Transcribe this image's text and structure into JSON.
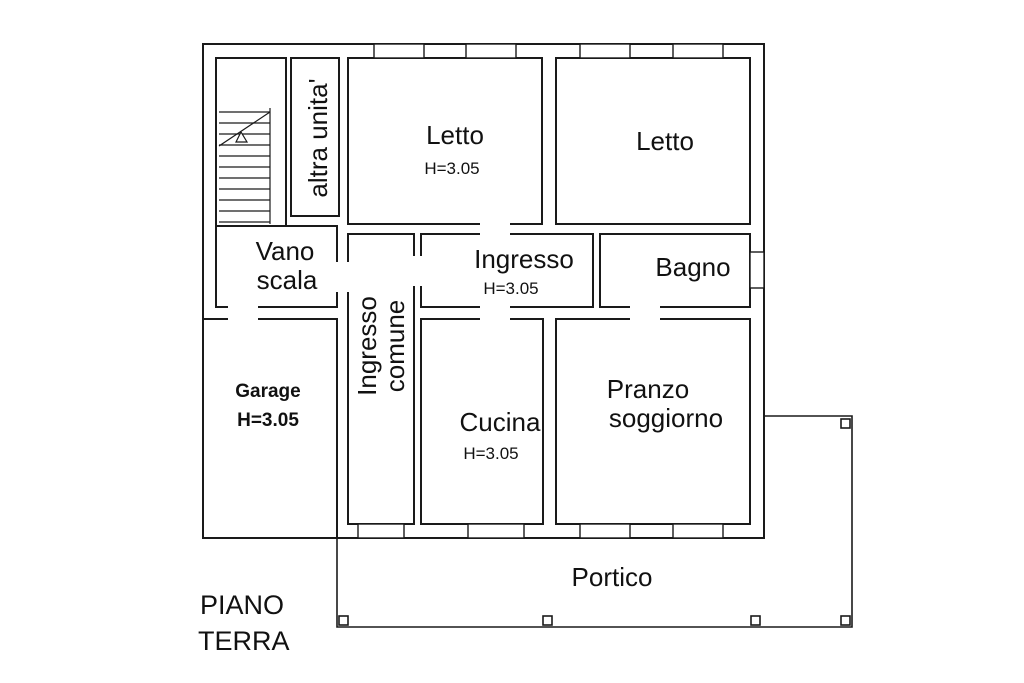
{
  "floor_title": {
    "line1": "PIANO",
    "line2": "TERRA"
  },
  "rooms": {
    "letto_left": {
      "name": "Letto",
      "height": "H=3.05"
    },
    "letto_right": {
      "name": "Letto"
    },
    "altra_unita": {
      "name": "altra unita'"
    },
    "vano_scala": {
      "line1": "Vano",
      "line2": "scala"
    },
    "ingresso": {
      "name": "Ingresso",
      "height": "H=3.05"
    },
    "bagno": {
      "name": "Bagno"
    },
    "ingresso_comune": {
      "line1": "Ingresso",
      "line2": "comune"
    },
    "garage": {
      "name": "Garage",
      "height": "H=3.05"
    },
    "cucina": {
      "name": "Cucina",
      "height": "H=3.05"
    },
    "pranzo": {
      "line1": "Pranzo",
      "line2": "soggiorno"
    },
    "portico": {
      "name": "Portico"
    }
  }
}
